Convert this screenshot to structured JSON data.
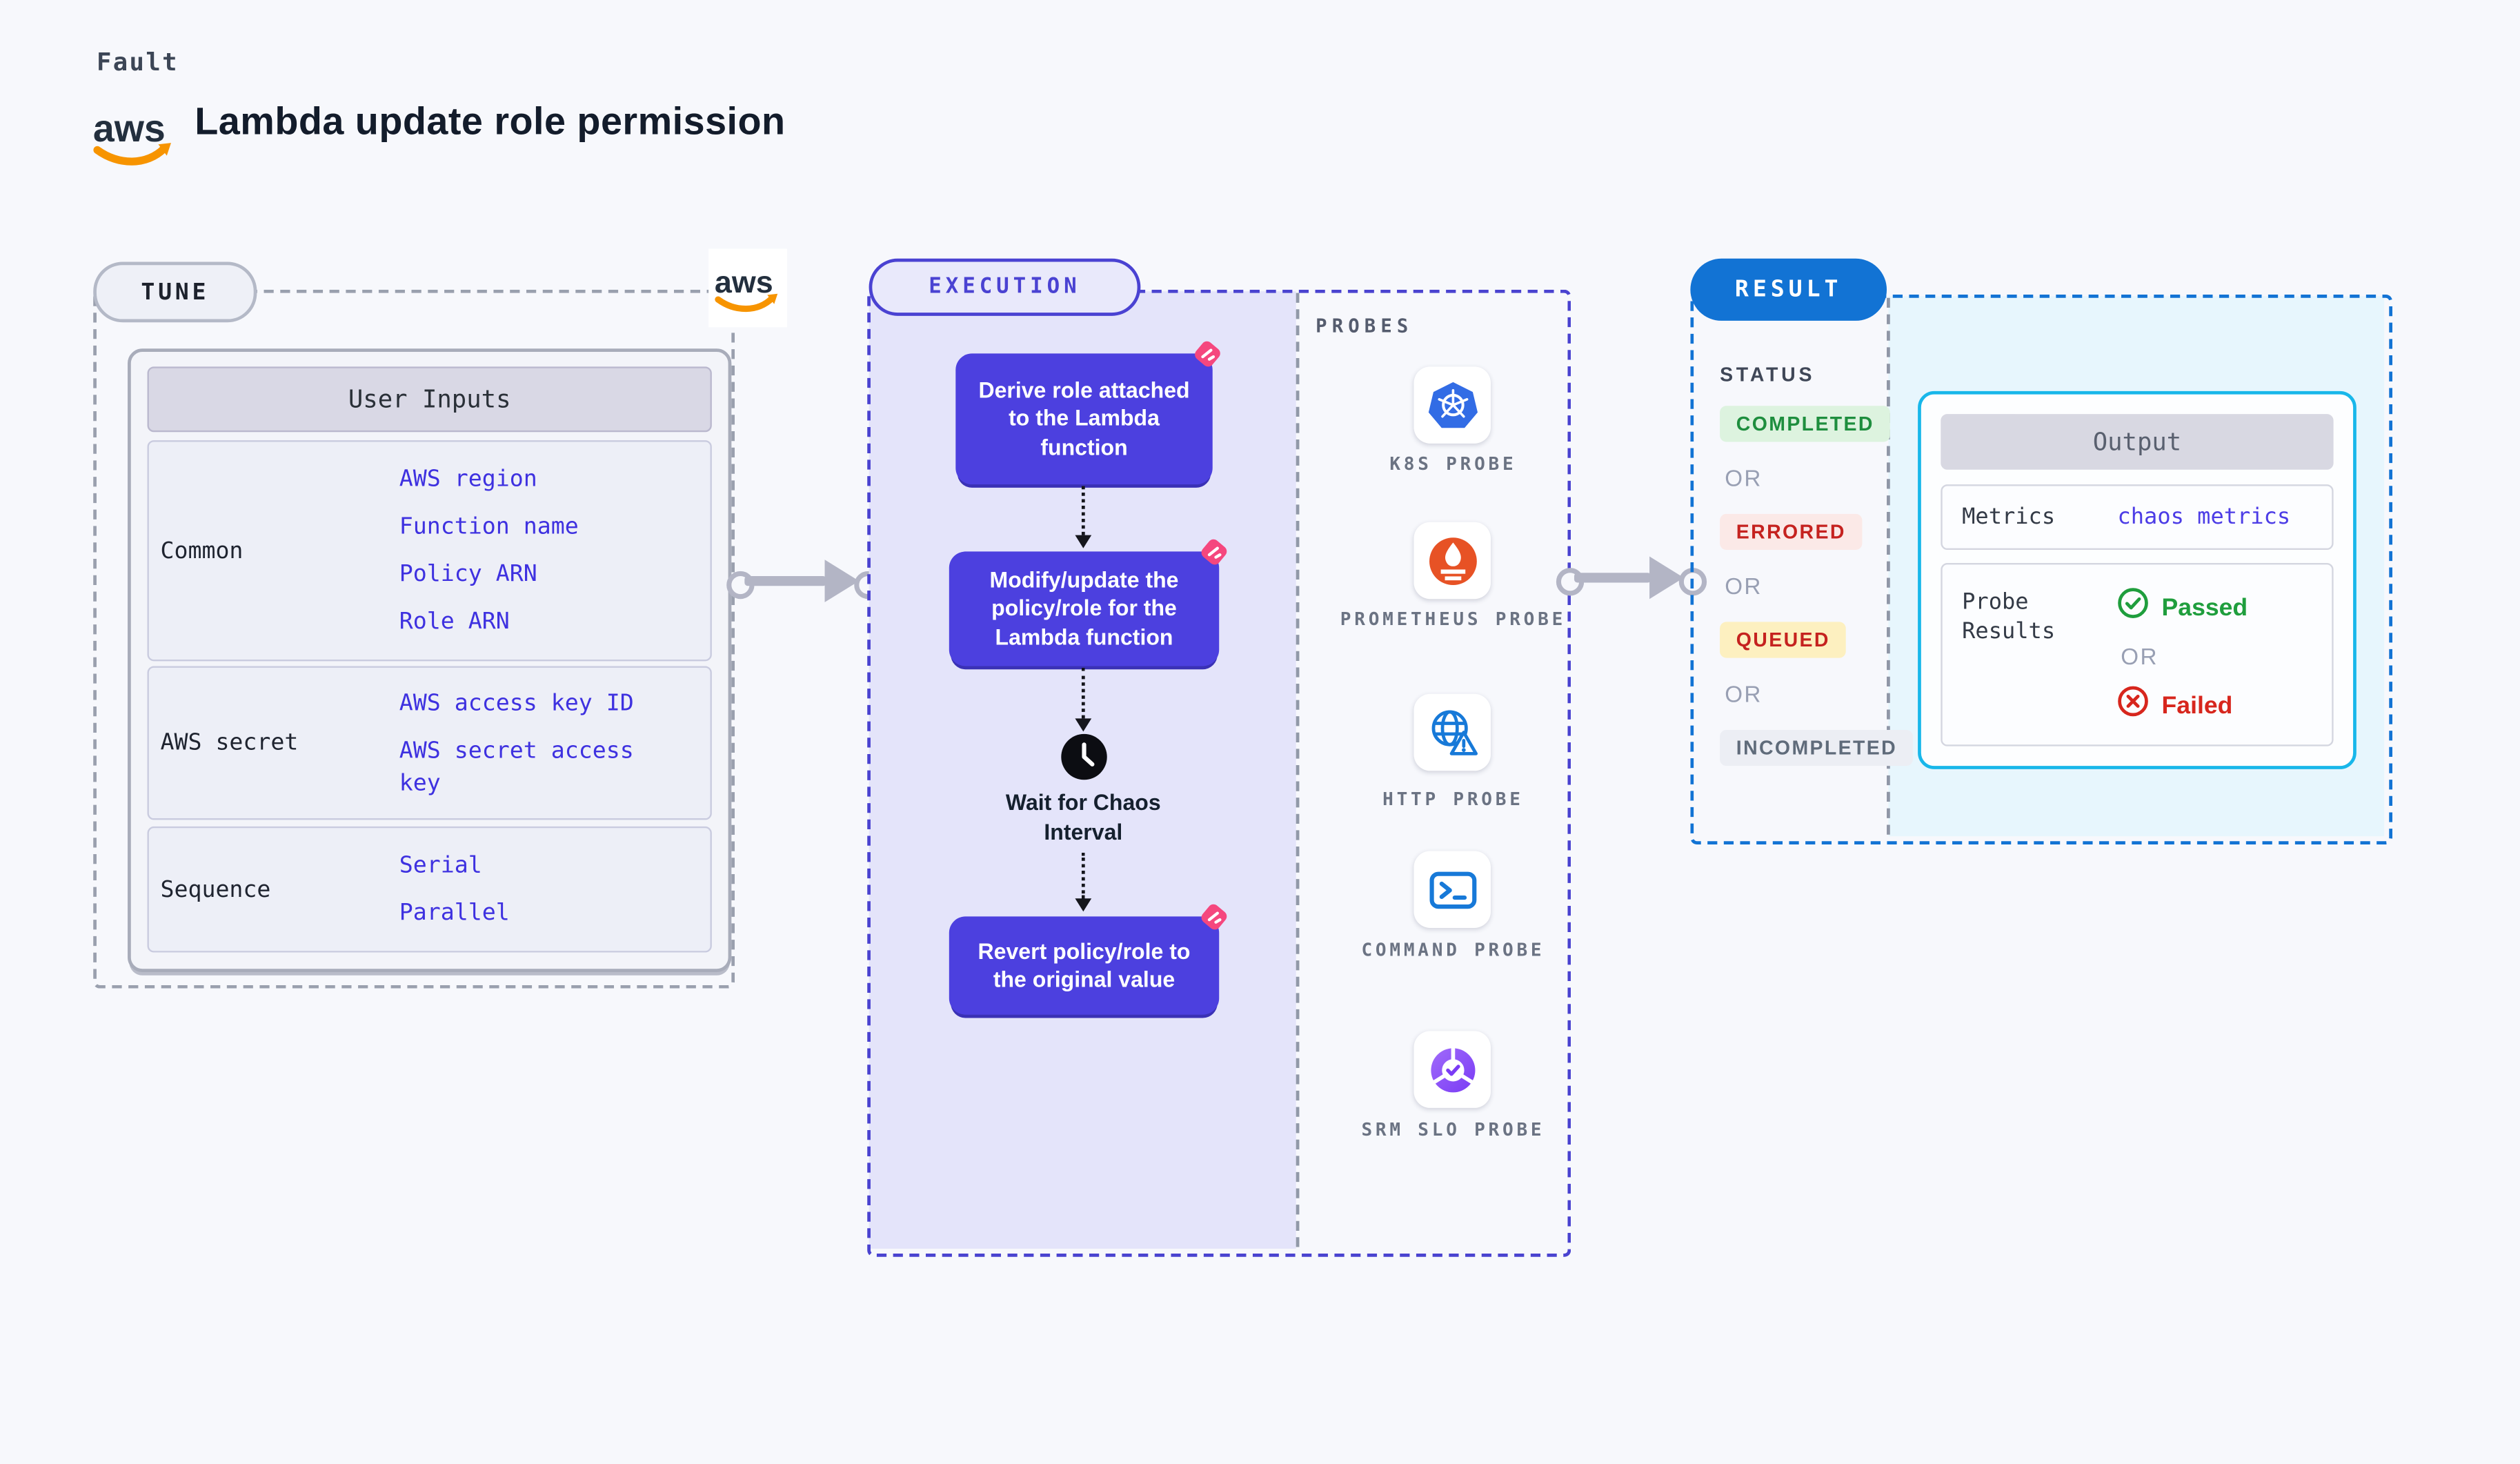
{
  "header": {
    "eyebrow": "Fault",
    "title": "Lambda update role permission"
  },
  "tune": {
    "badge": "TUNE",
    "table_title": "User Inputs",
    "rows": [
      {
        "label": "Common",
        "values": [
          "AWS region",
          "Function name",
          "Policy ARN",
          "Role ARN"
        ]
      },
      {
        "label": "AWS secret",
        "values": [
          "AWS access key ID",
          "AWS secret access key"
        ]
      },
      {
        "label": "Sequence",
        "values": [
          "Serial",
          "Parallel"
        ]
      }
    ]
  },
  "execution": {
    "badge": "EXECUTION",
    "step1": "Derive role attached to the Lambda function",
    "step2": "Modify/update the policy/role for the Lambda function",
    "wait": "Wait for Chaos Interval",
    "step3": "Revert policy/role to the original value",
    "probes_title": "PROBES",
    "probes": [
      {
        "label": "K8S PROBE",
        "icon": "k8s-probe-icon"
      },
      {
        "label": "PROMETHEUS PROBE",
        "icon": "prometheus-probe-icon"
      },
      {
        "label": "HTTP PROBE",
        "icon": "http-probe-icon"
      },
      {
        "label": "COMMAND PROBE",
        "icon": "command-probe-icon"
      },
      {
        "label": "SRM SLO PROBE",
        "icon": "srm-slo-probe-icon"
      }
    ]
  },
  "result": {
    "badge": "RESULT",
    "status_title": "STATUS",
    "or_label": "OR",
    "statuses": [
      {
        "label": "COMPLETED",
        "kind": "success"
      },
      {
        "label": "ERRORED",
        "kind": "error"
      },
      {
        "label": "QUEUED",
        "kind": "queued"
      },
      {
        "label": "INCOMPLETED",
        "kind": "incomplete"
      }
    ],
    "output": {
      "title": "Output",
      "metrics_label": "Metrics",
      "metrics_value": "chaos metrics",
      "probe_results_label": "Probe Results",
      "passed": "Passed",
      "or": "OR",
      "failed": "Failed"
    }
  },
  "colors": {
    "page_bg": "#f7f8fc",
    "indigo_accent": "#4c40df",
    "exec_panel": "#e4e4fa",
    "result_blue": "#1273d4",
    "result_panel": "#e7f6fd",
    "output_border": "#18b7ea",
    "value_blue": "#3e31e0",
    "success_green": "#1e8e3e",
    "fail_red": "#d7261d",
    "aws_orange": "#f79400",
    "chaos_pink": "#f5477e"
  }
}
